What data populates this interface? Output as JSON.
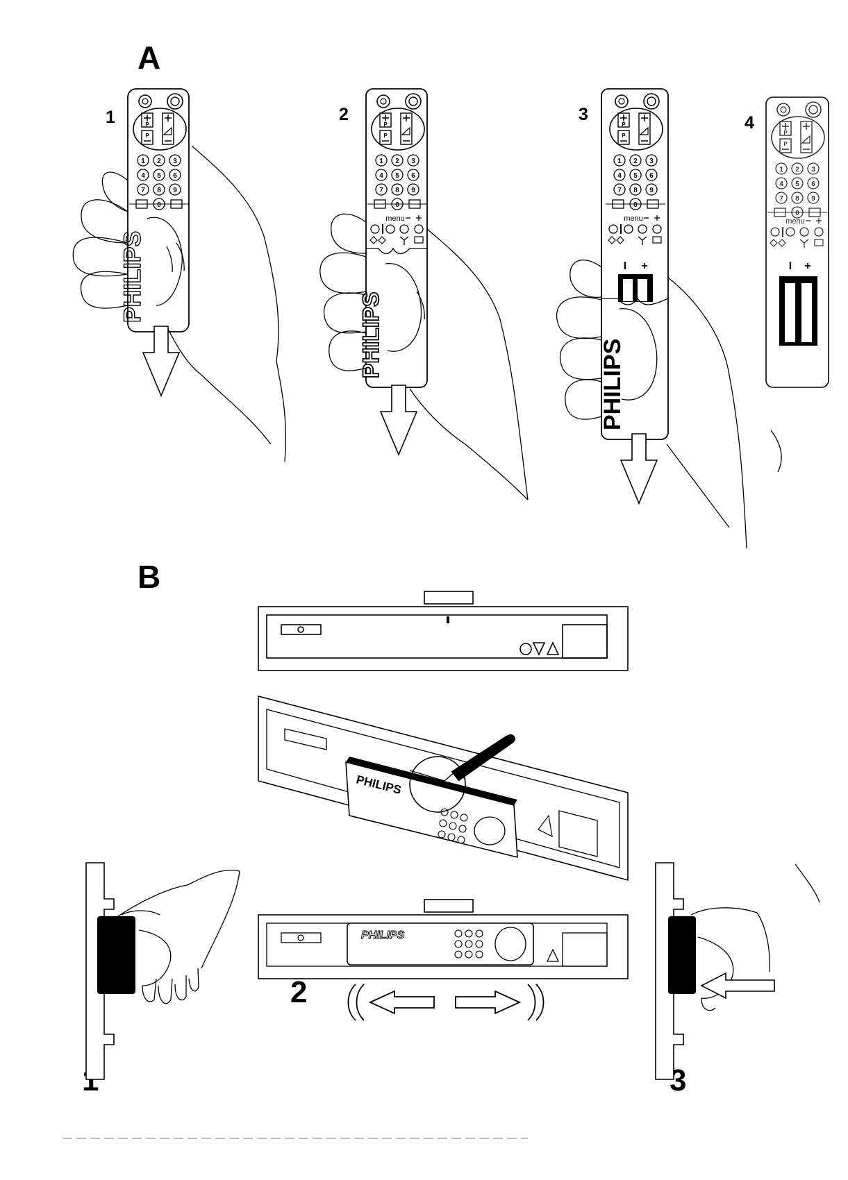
{
  "section_a": {
    "label": "A",
    "steps": [
      "1",
      "2",
      "3",
      "4"
    ]
  },
  "section_b": {
    "label": "B",
    "steps": [
      "1",
      "2",
      "3"
    ]
  },
  "remote": {
    "brand": "PHILIPS",
    "menu_label": "menu",
    "battery_minus": "I",
    "battery_plus": "+",
    "key_p": "P",
    "digits": [
      "1",
      "2",
      "3",
      "4",
      "5",
      "6",
      "7",
      "8",
      "9",
      "0"
    ]
  }
}
